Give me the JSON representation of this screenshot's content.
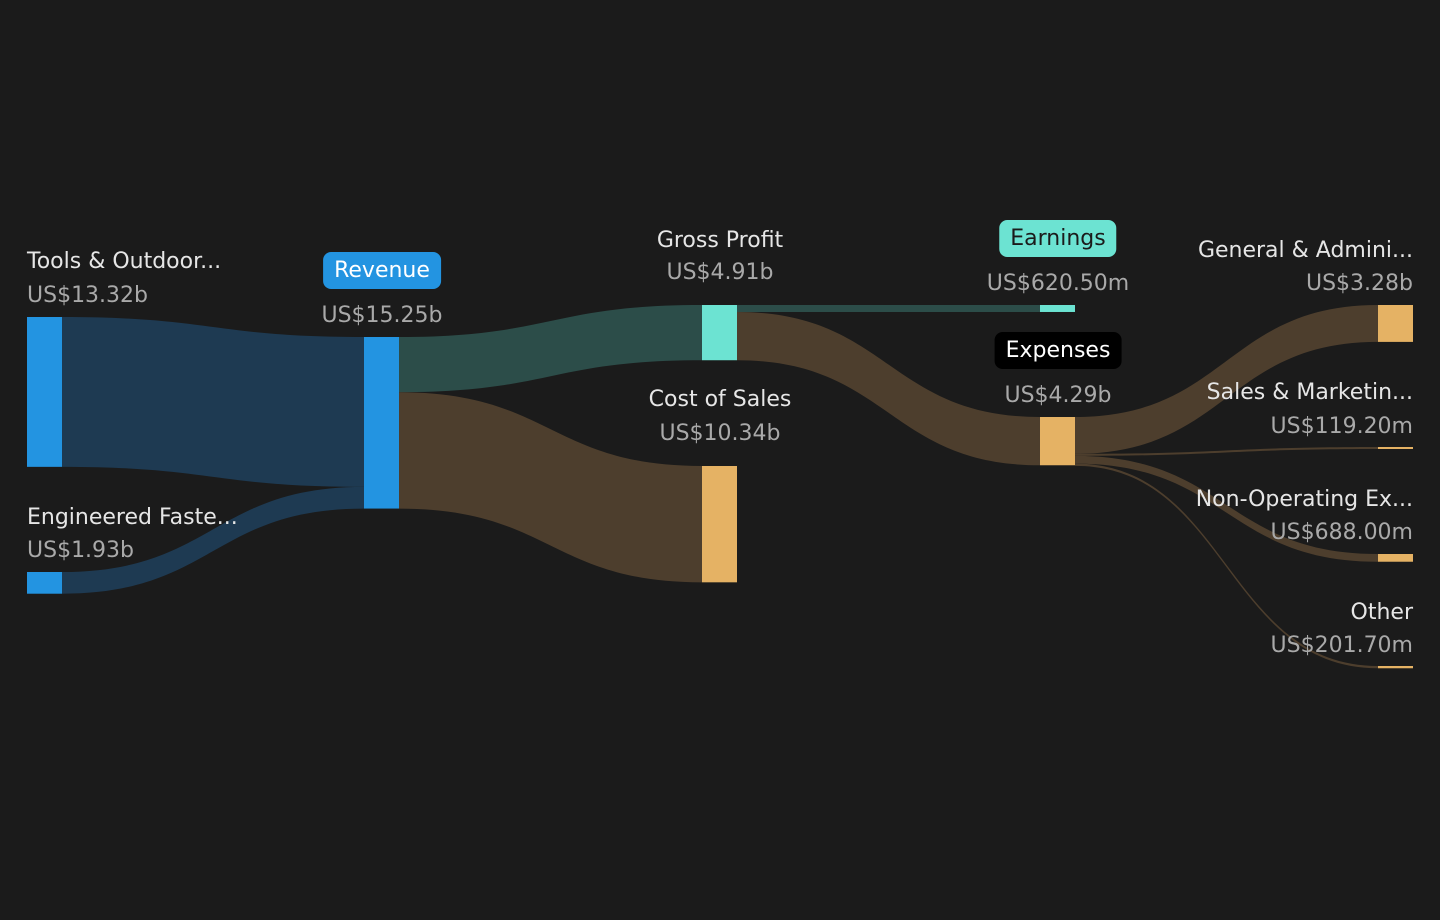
{
  "colors": {
    "background": "#1b1b1b",
    "revenue_node": "#2394e1",
    "revenue_flow": "#1e3a52",
    "profit_node": "#6ce3d2",
    "profit_flow": "#2c4d49",
    "cost_node": "#e5b264",
    "cost_flow": "#4d3e2d"
  },
  "nodes": {
    "tools": {
      "name": "Tools & Outdoor...",
      "value": "US$13.32b"
    },
    "engineered": {
      "name": "Engineered Faste...",
      "value": "US$1.93b"
    },
    "revenue": {
      "name": "Revenue",
      "value": "US$15.25b"
    },
    "gross_profit": {
      "name": "Gross Profit",
      "value": "US$4.91b"
    },
    "cost_of_sales": {
      "name": "Cost of Sales",
      "value": "US$10.34b"
    },
    "earnings": {
      "name": "Earnings",
      "value": "US$620.50m"
    },
    "expenses": {
      "name": "Expenses",
      "value": "US$4.29b"
    },
    "general_admin": {
      "name": "General & Admini...",
      "value": "US$3.28b"
    },
    "sales_marketing": {
      "name": "Sales & Marketin...",
      "value": "US$119.20m"
    },
    "non_operating": {
      "name": "Non-Operating Ex...",
      "value": "US$688.00m"
    },
    "other": {
      "name": "Other",
      "value": "US$201.70m"
    }
  },
  "chart_data": {
    "type": "sankey",
    "unit": "US$ billions",
    "nodes": [
      {
        "id": "tools",
        "value": 13.32
      },
      {
        "id": "engineered",
        "value": 1.93
      },
      {
        "id": "revenue",
        "value": 15.25
      },
      {
        "id": "gross_profit",
        "value": 4.91
      },
      {
        "id": "cost_of_sales",
        "value": 10.34
      },
      {
        "id": "earnings",
        "value": 0.6205
      },
      {
        "id": "expenses",
        "value": 4.29
      },
      {
        "id": "general_admin",
        "value": 3.28
      },
      {
        "id": "sales_marketing",
        "value": 0.1192
      },
      {
        "id": "non_operating",
        "value": 0.688
      },
      {
        "id": "other",
        "value": 0.2017
      }
    ],
    "links": [
      {
        "source": "tools",
        "target": "revenue",
        "value": 13.32
      },
      {
        "source": "engineered",
        "target": "revenue",
        "value": 1.93
      },
      {
        "source": "revenue",
        "target": "gross_profit",
        "value": 4.91
      },
      {
        "source": "revenue",
        "target": "cost_of_sales",
        "value": 10.34
      },
      {
        "source": "gross_profit",
        "target": "earnings",
        "value": 0.6205
      },
      {
        "source": "gross_profit",
        "target": "expenses",
        "value": 4.29
      },
      {
        "source": "expenses",
        "target": "general_admin",
        "value": 3.28
      },
      {
        "source": "expenses",
        "target": "sales_marketing",
        "value": 0.1192
      },
      {
        "source": "expenses",
        "target": "non_operating",
        "value": 0.688
      },
      {
        "source": "expenses",
        "target": "other",
        "value": 0.2017
      }
    ]
  }
}
